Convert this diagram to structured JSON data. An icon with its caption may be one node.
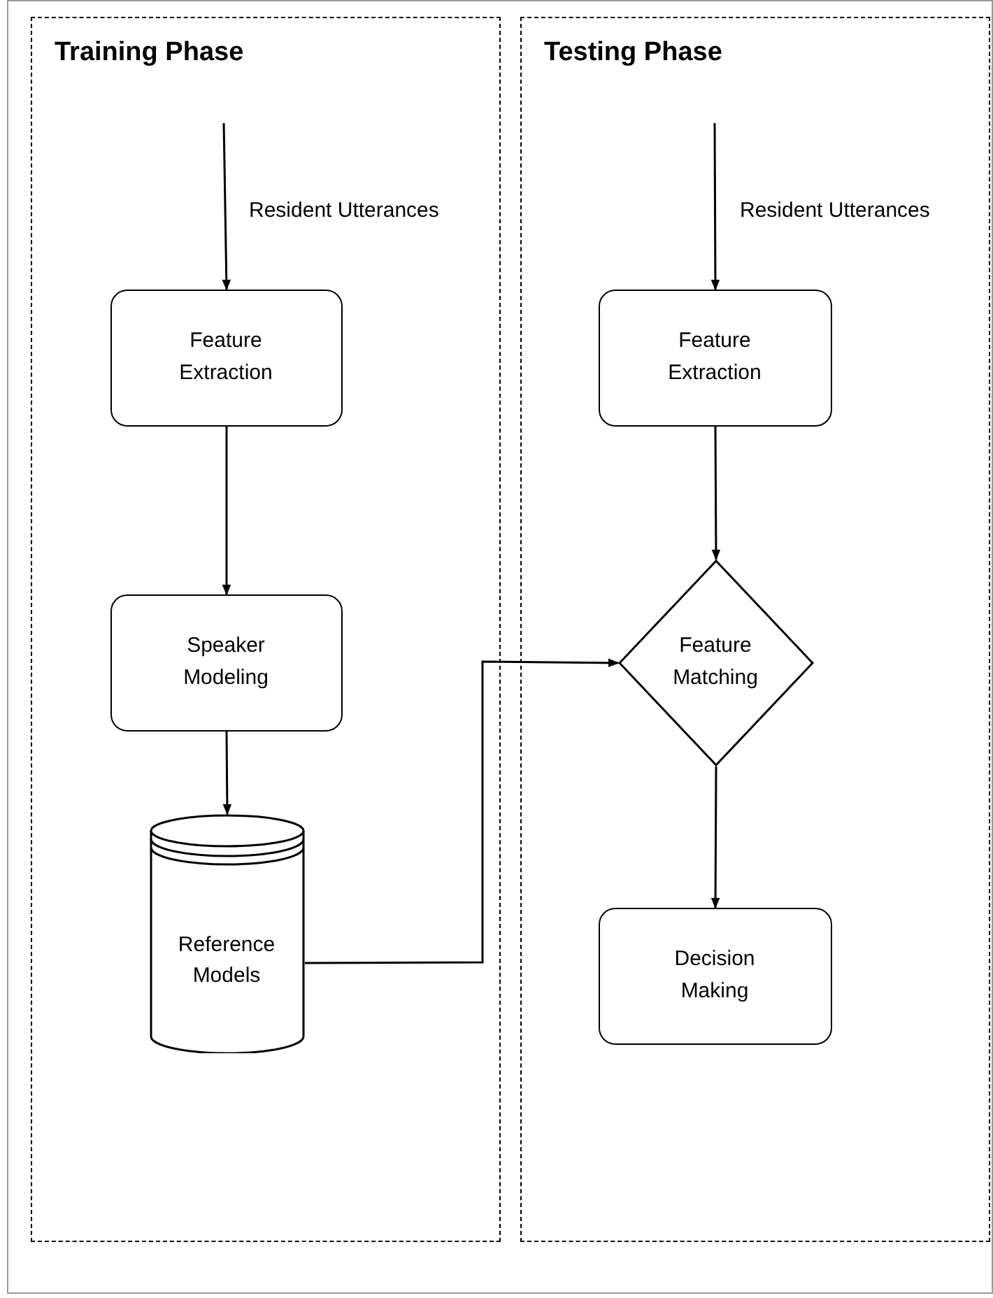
{
  "diagram": {
    "nodes": [
      {
        "text": [
          "Training Phase"
        ]
      },
      {
        "text": [
          "Testing Phase"
        ]
      },
      {
        "text": [
          "Feature Extraction"
        ],
        "in": 0
      },
      {
        "text": [
          "Speaker Modeling"
        ],
        "in": 0
      },
      {
        "text": [
          "Reference Models"
        ],
        "in": 0
      },
      {
        "text": [
          "Feature Extraction"
        ],
        "in": 1
      },
      {
        "text": [
          "Feature Matching"
        ],
        "in": 1
      },
      {
        "text": [
          "Decision Making"
        ],
        "in": 1
      }
    ],
    "edges": [
      {
        "from": null,
        "to": 2,
        "arrow": "to",
        "label": "Resident Utterances"
      },
      {
        "from": 2,
        "to": 3,
        "arrow": "to"
      },
      {
        "from": 3,
        "to": 4,
        "arrow": "to"
      },
      {
        "from": 4,
        "to": 6,
        "arrow": "to"
      },
      {
        "from": null,
        "to": 5,
        "arrow": "to",
        "label": "Resident Utterances"
      },
      {
        "from": 5,
        "to": 6,
        "arrow": "to"
      },
      {
        "from": 6,
        "to": 7,
        "arrow": "to"
      }
    ]
  }
}
